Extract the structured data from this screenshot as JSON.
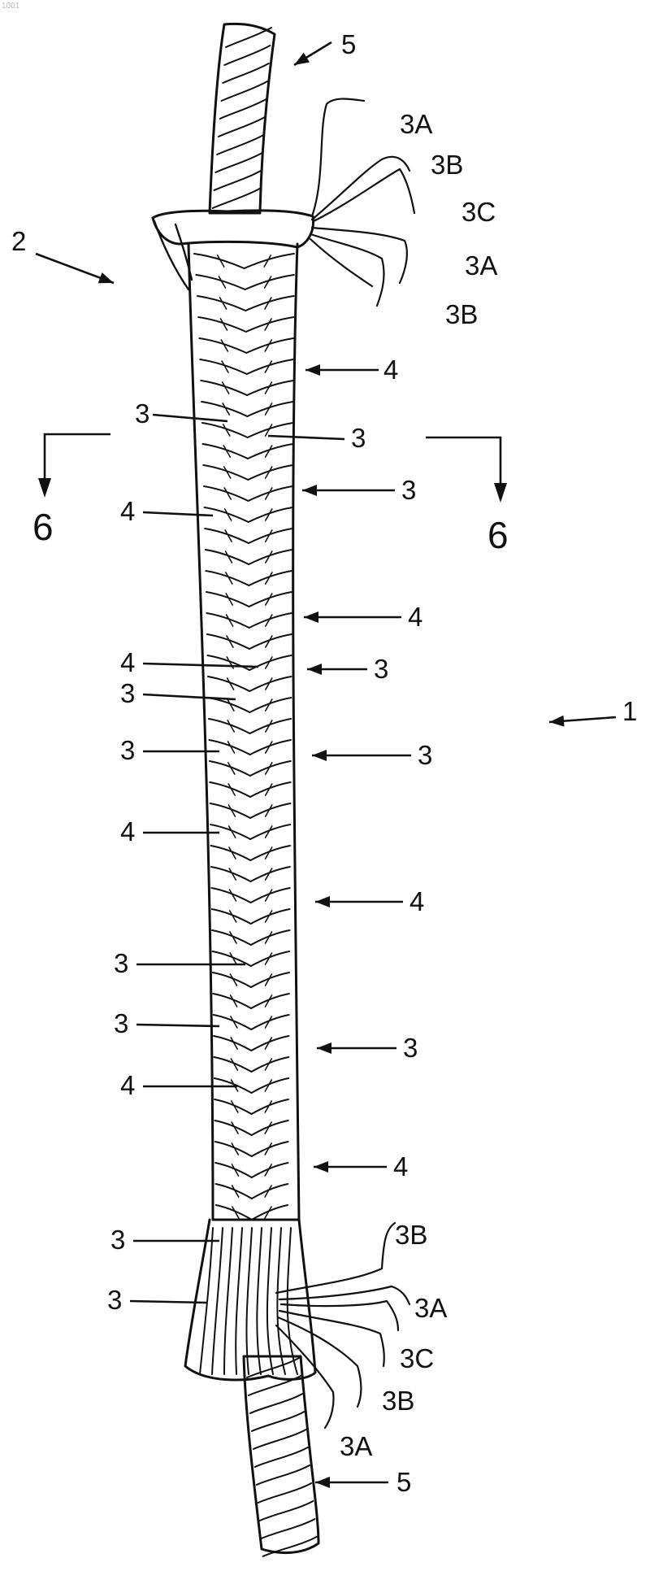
{
  "corner_mark": "1001",
  "labels": {
    "fig_rope": "1",
    "fig_end": "2",
    "core_top": "5",
    "core_bottom": "5",
    "section_left": "6",
    "section_right": "6",
    "top_3A_a": "3A",
    "top_3B_a": "3B",
    "top_3C": "3C",
    "top_3A_b": "3A",
    "top_3B_b": "3B",
    "bot_3B_a": "3B",
    "bot_3A_a": "3A",
    "bot_3C": "3C",
    "bot_3B_b": "3B",
    "bot_3A_b": "3A",
    "r_4_a": "4",
    "l_3_a": "3",
    "r_3_a": "3",
    "r_3_b": "3",
    "l_4_a": "4",
    "r_4_b": "4",
    "l_4_b": "4",
    "r_3_c": "3",
    "l_3_b": "3",
    "l_3_c": "3",
    "r_3_d": "3",
    "l_4_c": "4",
    "r_4_c": "4",
    "l_3_d": "3",
    "l_3_e": "3",
    "r_3_e": "3",
    "l_4_d": "4",
    "r_4_d": "4",
    "l_3_f": "3",
    "l_3_g": "3"
  },
  "colors": {
    "ink": "#111111",
    "paper": "#ffffff"
  }
}
